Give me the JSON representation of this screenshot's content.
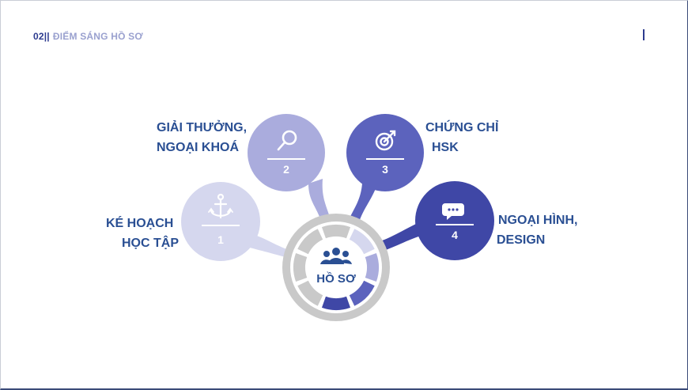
{
  "header": {
    "number": "02||",
    "title": "ĐIỂM SÁNG HỒ SƠ"
  },
  "center": {
    "label": "HỒ SƠ",
    "icon": "people-icon",
    "ring_color": "#c9c9c9"
  },
  "nodes": [
    {
      "number": "1",
      "label_line1": "KÉ HOẠCH",
      "label_line2": "HỌC TẬP",
      "icon": "anchor-icon",
      "color": "#d5d7ee"
    },
    {
      "number": "2",
      "label_line1": "GIẢI THƯỞNG,",
      "label_line2": "NGOẠI KHOÁ",
      "icon": "magnifier-icon",
      "color": "#aaacdd"
    },
    {
      "number": "3",
      "label_line1": "CHỨNG CHỈ",
      "label_line2": "HSK",
      "icon": "target-icon",
      "color": "#5c63bd"
    },
    {
      "number": "4",
      "label_line1": "NGOẠI HÌNH,",
      "label_line2": "DESIGN",
      "icon": "chat-icon",
      "color": "#3f47a6"
    }
  ]
}
